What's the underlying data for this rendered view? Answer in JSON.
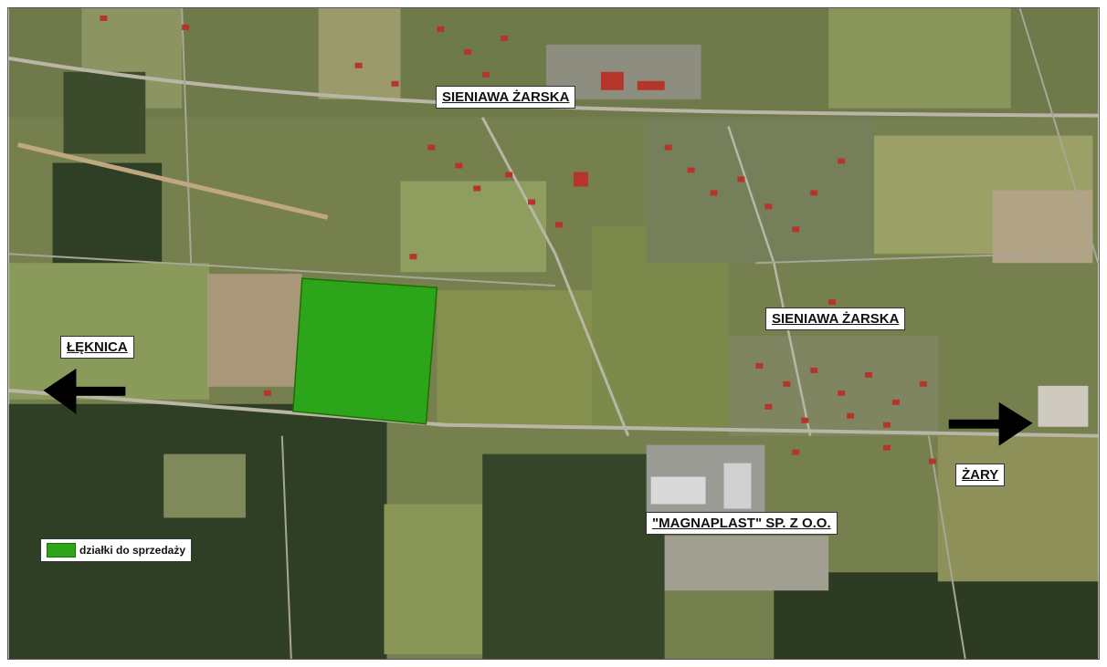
{
  "map": {
    "labels": {
      "top_village": "SIENIAWA ŻARSKA",
      "east_village": "SIENIAWA ŻARSKA",
      "west_direction": "ŁĘKNICA",
      "east_direction": "ŻARY",
      "company": "\"MAGNAPLAST\" SP. Z O.O."
    },
    "legend": {
      "items": [
        {
          "label": "działki do sprzedaży",
          "color": "#2ca51a"
        }
      ]
    },
    "colors": {
      "parcel_fill": "#2ca51a",
      "parcel_border": "#1e6e00",
      "arrow": "#000000",
      "forest": "#2f3f25",
      "field": "#7e8a55",
      "road": "#b9b6a6"
    },
    "icons": {
      "west_arrow": "arrow-left-icon",
      "east_arrow": "arrow-right-icon"
    }
  }
}
